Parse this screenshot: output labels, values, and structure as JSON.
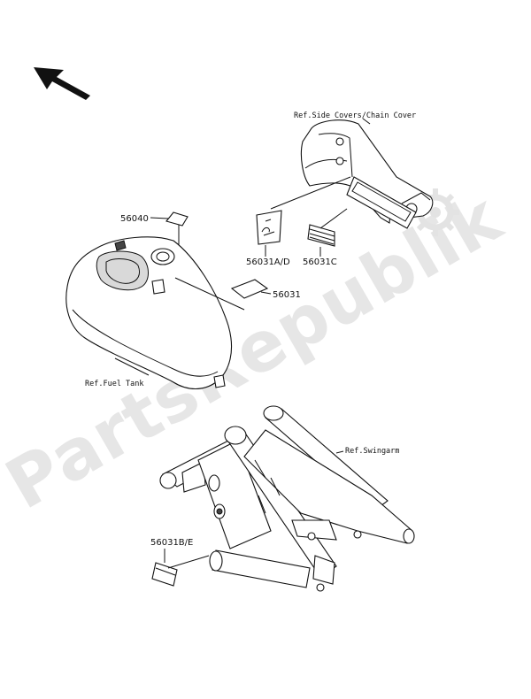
{
  "watermark": {
    "text": "PartsRepublik"
  },
  "labels": {
    "ref_side_covers": "Ref.Side Covers/Chain Cover",
    "ref_fuel_tank": "Ref.Fuel Tank",
    "ref_swingarm": "Ref.Swingarm",
    "p56040": "56040",
    "p56031": "56031",
    "p56031ad": "56031A/D",
    "p56031c": "56031C",
    "p56031be": "56031B/E"
  },
  "colors": {
    "line": "#111111",
    "watermark": "#e6e6e6",
    "background": "#ffffff"
  }
}
